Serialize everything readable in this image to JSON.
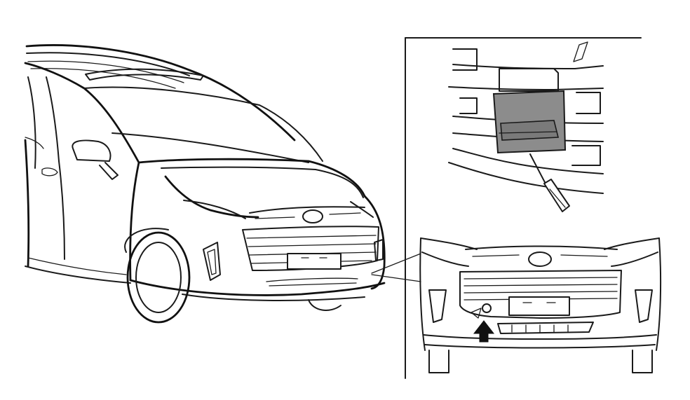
{
  "figure": {
    "main_view": "vehicle-front-three-quarter",
    "detail_views": [
      "cover-removal-closeup",
      "front-bumper-location"
    ],
    "colors": {
      "line": "#1a1a1a",
      "cover_fill": "#8c8c8c",
      "arrow_fill": "#111111",
      "background": "#ffffff"
    },
    "icons": [
      "screwdriver-icon",
      "pointer-arrow-icon"
    ]
  }
}
